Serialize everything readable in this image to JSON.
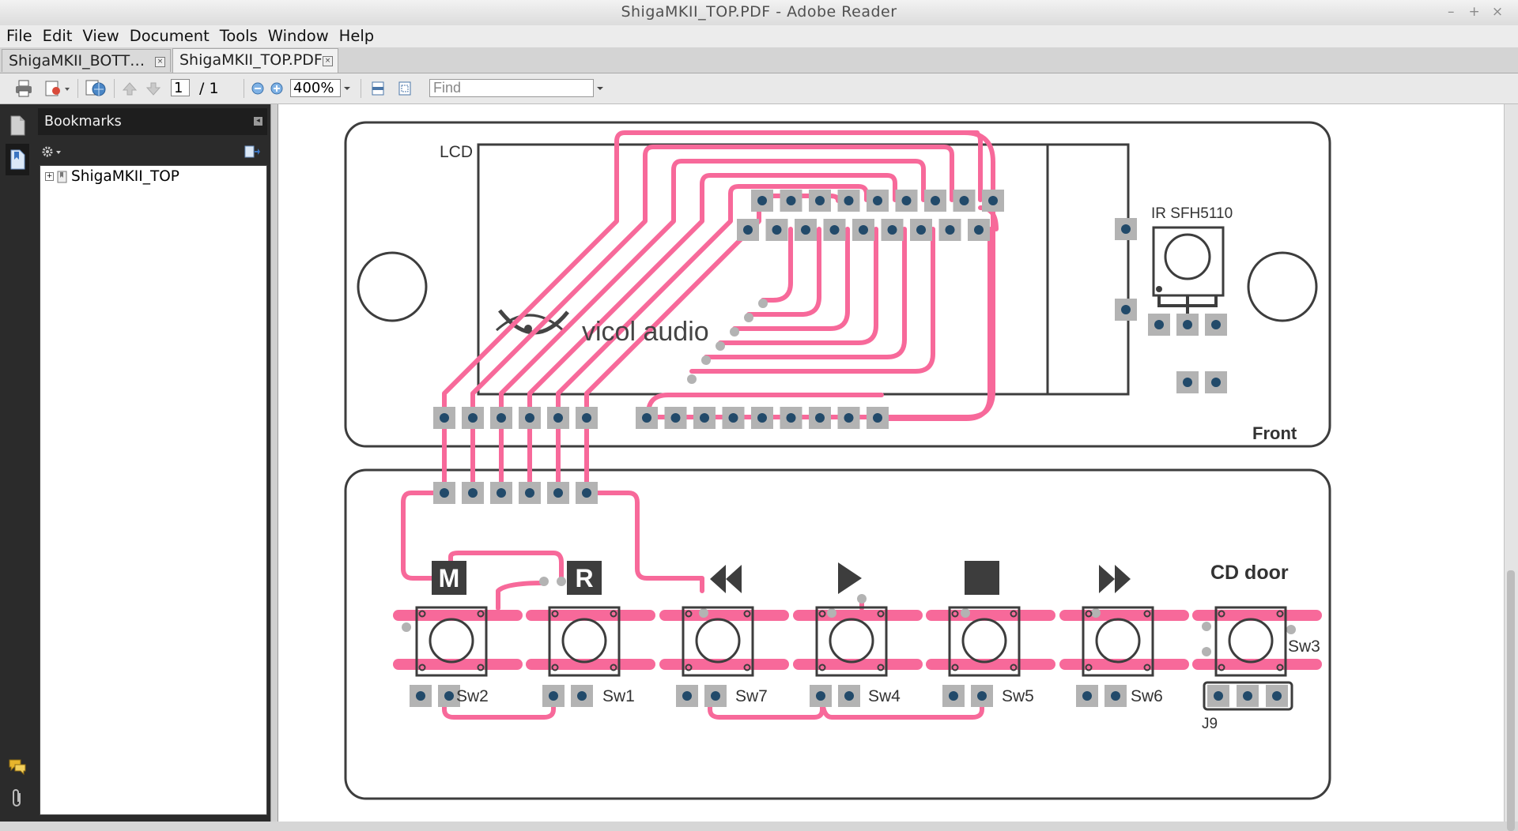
{
  "window": {
    "title": "ShigaMKII_TOP.PDF - Adobe Reader",
    "controls": [
      "–",
      "+",
      "×"
    ]
  },
  "menu": [
    "File",
    "Edit",
    "View",
    "Document",
    "Tools",
    "Window",
    "Help"
  ],
  "tabs": [
    {
      "label": "ShigaMKII_BOTT…",
      "active": false
    },
    {
      "label": "ShigaMKII_TOP.PDF",
      "active": true
    }
  ],
  "toolbar": {
    "page_current": "1",
    "page_total": "/ 1",
    "zoom": "400%",
    "find_placeholder": "Find"
  },
  "sidebar": {
    "panel_title": "Bookmarks",
    "bookmarks": [
      {
        "label": "ShigaMKII_TOP"
      }
    ]
  },
  "document": {
    "lcd_label": "LCD",
    "brand_text": "vicol audio",
    "ir_label": "IR  SFH5110",
    "front_label": "Front",
    "cd_door_label": "CD door",
    "mode_letters": [
      "M",
      "R"
    ],
    "switch_labels": [
      "Sw2",
      "Sw1",
      "Sw7",
      "Sw4",
      "Sw5",
      "Sw6",
      "Sw3"
    ],
    "connector_label": "J9"
  },
  "colors": {
    "trace": "#f7699a",
    "pad": "#b3b3b3",
    "pad_hole": "#224a6a",
    "outline": "#3d3d3d"
  }
}
